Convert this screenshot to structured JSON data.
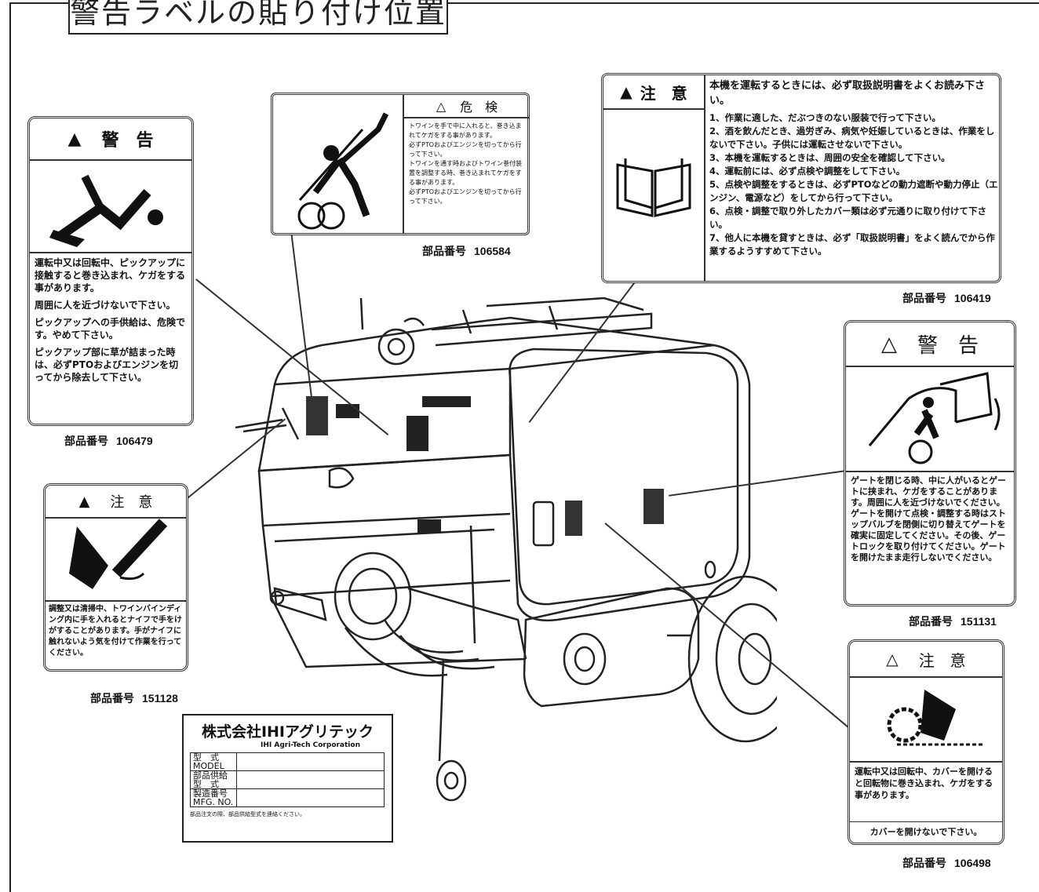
{
  "page_title": "警告ラベルの貼り付け位置",
  "label_warning_pickup": {
    "signal": "警　告",
    "paragraphs": [
      "運転中又は回転中、ピックアップに接触すると巻き込まれ、ケガをする事があります。",
      "周囲に人を近づけないで下さい。",
      "ピックアップへの手供給は、危険です。やめて下さい。",
      "ピックアップ部に草が詰まった時は、必ずPTOおよびエンジンを切ってから除去して下さい。"
    ],
    "part_label": "部品番号",
    "part_no": "106479"
  },
  "label_danger_twine": {
    "signal": "危　検",
    "paragraphs": [
      "トワインを手で中に入れると、巻き込まれてケガをする事があります。",
      "必ずPTOおよびエンジンを切ってから行って下さい。",
      "トワインを通す時およびトワイン巻付装置を調整する時、巻き込まれてケガをする事があります。",
      "必ずPTOおよびエンジンを切ってから行って下さい。"
    ],
    "part_label": "部品番号",
    "part_no": "106584"
  },
  "label_caution_manual": {
    "signal": "注　意",
    "heading": "本機を運転するときには、必ず取扱説明書をよくお読み下さい。",
    "items": [
      "1、作業に適した、だぶつきのない服装で行って下さい。",
      "2、酒を飲んだとき、過労ぎみ、病気や妊娠しているときは、作業をしないで下さい。子供には運転させないで下さい。",
      "3、本機を運転するときは、周囲の安全を確認して下さい。",
      "4、運転前には、必ず点検や調整をして下さい。",
      "5、点検や調整をするときは、必ずPTOなどの動力遮断や動力停止（エンジン、電源など）をしてから行って下さい。",
      "6、点検・調整で取り外したカバー類は必ず元通りに取り付けて下さい。",
      "7、他人に本機を貸すときは、必ず「取扱説明書」をよく読んでから作業するようすすめて下さい。"
    ],
    "part_label": "部品番号",
    "part_no": "106419"
  },
  "label_warning_gate": {
    "signal": "警　告",
    "text": "ゲートを閉じる時、中に人がいるとゲートに挟まれ、ケガをすることがあります。周囲に人を近づけないでください。ゲートを開けて点検・調整する時はストップバルブを閉側に切り替えてゲートを確実に固定してください。その後、ゲートロックを取り付けてください。ゲートを開けたまま走行しないでください。",
    "part_label": "部品番号",
    "part_no": "151131"
  },
  "label_caution_knife": {
    "signal": "注　意",
    "text": "調整又は清掃中、トワインバインディング内に手を入れるとナイフで手をけがすることがあります。手がナイフに触れないよう気を付けて作業を行ってください。",
    "part_label": "部品番号",
    "part_no": "151128"
  },
  "label_caution_cover": {
    "signal": "注　意",
    "text": "運転中又は回転中、カバーを開けると回転物に巻き込まれ、ケガをする事があります。",
    "footer": "カバーを開けないで下さい。",
    "part_label": "部品番号",
    "part_no": "106498"
  },
  "nameplate": {
    "company": "株式会社IHIアグリテック",
    "company_en": "IHI Agri-Tech Corporation",
    "rows": [
      "型　式\nMODEL",
      "部品供給\n型　式",
      "製造番号\nMFG. NO."
    ],
    "note": "部品注文の際、部品供給型式を連絡ください。"
  }
}
